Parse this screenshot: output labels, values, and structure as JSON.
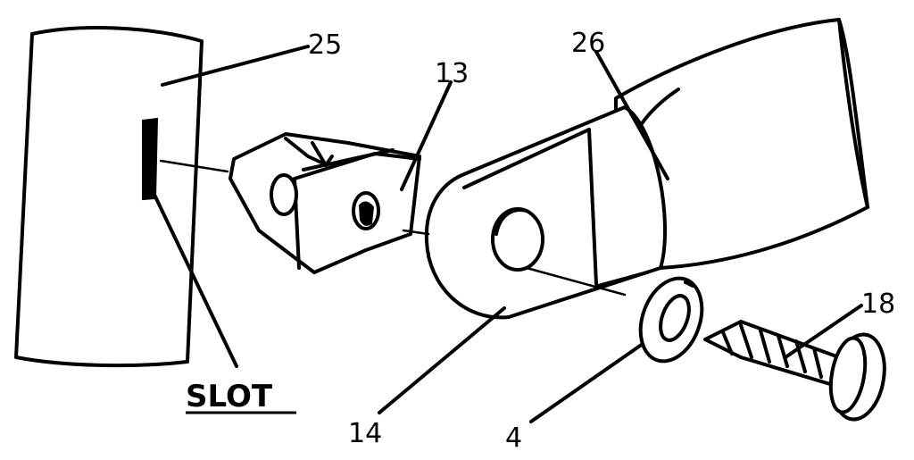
{
  "labels": {
    "part_25": "25",
    "part_13": "13",
    "part_26": "26",
    "part_18": "18",
    "part_14": "14",
    "part_4": "4",
    "slot": "SLOT"
  }
}
